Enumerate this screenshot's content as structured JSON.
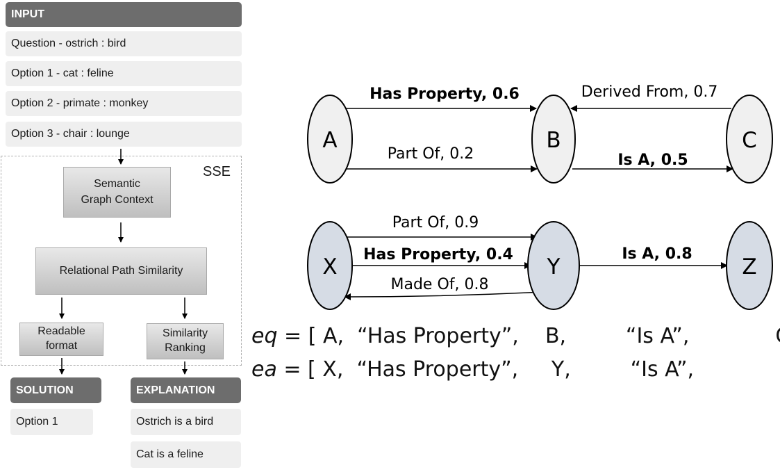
{
  "left_panel": {
    "input_header": "INPUT",
    "input_rows": [
      "Question - ostrich : bird",
      "Option 1 - cat : feline",
      "Option 2 - primate : monkey",
      "Option 3 - chair : lounge"
    ],
    "sse_label": "SSE",
    "semantic_graph_context": [
      "Semantic",
      "Graph Context"
    ],
    "relational_path_similarity": "Relational Path Similarity",
    "readable_format": [
      "Readable",
      "format"
    ],
    "similarity_ranking": [
      "Similarity",
      "Ranking"
    ],
    "solution_header": "SOLUTION",
    "solution_rows": [
      "Option 1"
    ],
    "explanation_header": "EXPLANATION",
    "explanation_rows": [
      "Ostrich is a bird",
      "Cat is a feline"
    ]
  },
  "graph_top": {
    "nodes": [
      "A",
      "B",
      "C"
    ],
    "node_fill": "#f0f0f0",
    "edges": {
      "a_b_upper": "Has Property, 0.6",
      "a_b_lower": "Part Of, 0.2",
      "c_b": "Derived From, 0.7",
      "b_c": "Is A, 0.5"
    }
  },
  "graph_bottom": {
    "nodes": [
      "X",
      "Y",
      "Z"
    ],
    "node_fill": "#d6dce5",
    "edges": {
      "x_y_upper": "Part Of, 0.9",
      "x_y_middle": "Has Property, 0.4",
      "y_x": "Made Of, 0.8",
      "y_z": "Is A, 0.8"
    }
  },
  "equations": {
    "eq_var": "eq",
    "eq_rest": " = [ A,  “Has Property”,    B,         “Is A”,             C ]",
    "ea_var": "ea",
    "ea_rest": " = [ X,  “Has Property”,     Y,         “Is A”,              Z ]"
  }
}
